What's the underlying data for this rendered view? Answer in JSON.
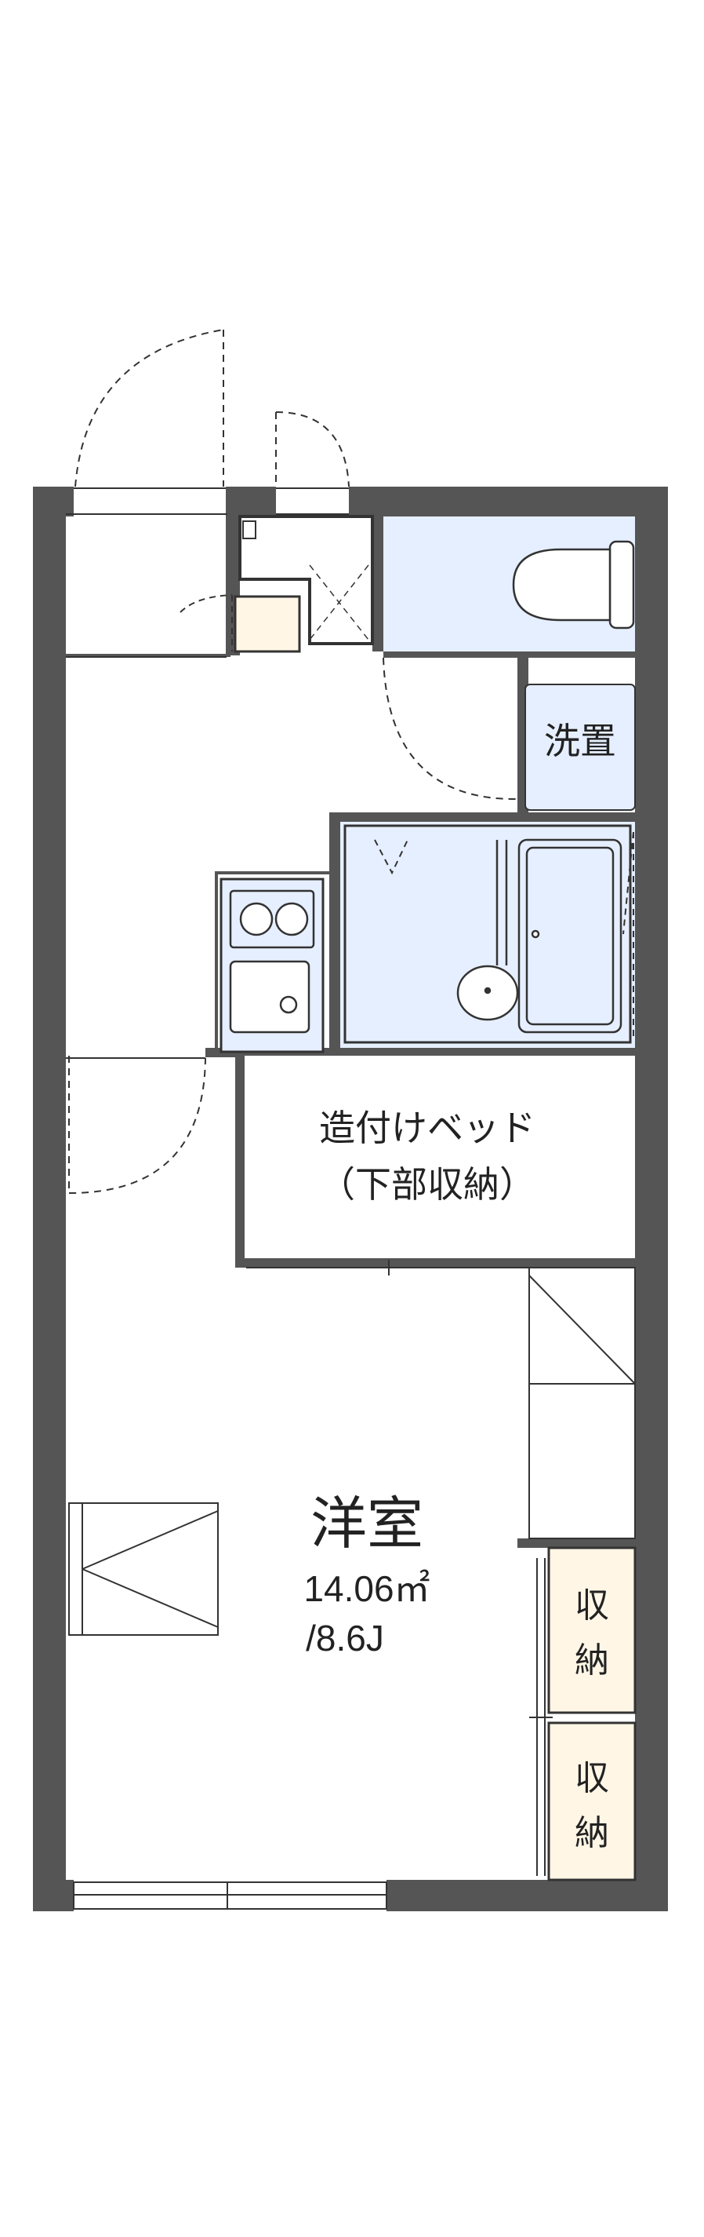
{
  "colors": {
    "wall": "#555555",
    "fixture": "#e6efff",
    "storage": "#fff6e6",
    "line": "#333333",
    "text": "#222222"
  },
  "labels": {
    "washer": "洗置",
    "bed_line1": "造付けベッド",
    "bed_line2": "（下部収納）",
    "room_name": "洋室",
    "room_area": "14.06㎡",
    "room_jo": "/8.6J",
    "storage1_line1": "収",
    "storage1_line2": "納",
    "storage2_line1": "収",
    "storage2_line2": "納"
  },
  "icons": {
    "toilet": "toilet-icon",
    "bathtub": "bathtub-icon",
    "sink": "washbasin-icon",
    "stove": "stove-icon",
    "kitchen_sink": "kitchen-sink-icon"
  }
}
